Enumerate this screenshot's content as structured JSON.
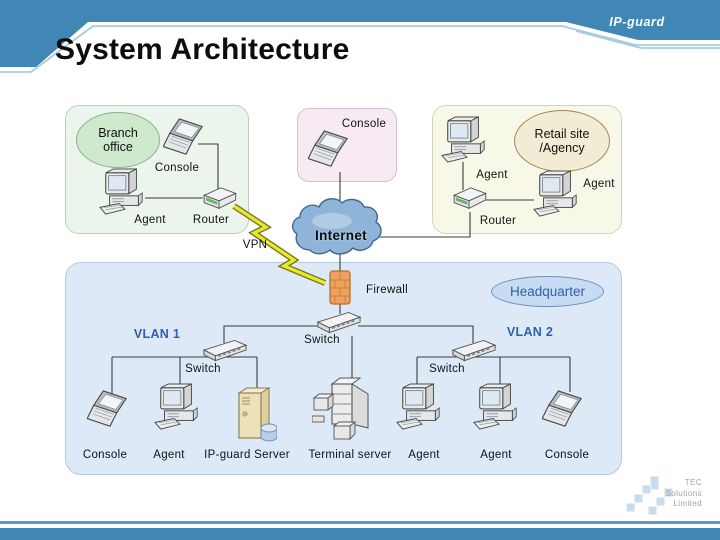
{
  "header": {
    "title": "System Architecture",
    "brand": "IP-guard"
  },
  "diagram": {
    "branch_office": {
      "name": "Branch office",
      "console": "Console",
      "agent": "Agent",
      "router": "Router"
    },
    "remote_console": {
      "label": "Console"
    },
    "retail_site": {
      "name_line1": "Retail site",
      "name_line2": "/Agency",
      "agent_top": "Agent",
      "agent_right": "Agent",
      "router": "Router"
    },
    "internet": "Internet",
    "vpn": "VPN",
    "headquarter": {
      "name": "Headquarter",
      "firewall": "Firewall",
      "core_switch": "Switch",
      "vlan1_label": "VLAN 1",
      "vlan2_label": "VLAN 2",
      "vlan1_switch": "Switch",
      "vlan2_switch": "Switch",
      "devices": [
        "Console",
        "Agent",
        "IP-guard Server",
        "Terminal server",
        "Agent",
        "Agent",
        "Console"
      ]
    }
  },
  "logo": {
    "line1": "TEC",
    "line2": "Solutions",
    "line3": "Limited"
  },
  "colors": {
    "band_blue": "#4187b5",
    "branch_fill": "#ebf5eb",
    "console_fill": "#f7eaf2",
    "retail_fill": "#f8f8e9",
    "headquarter_fill": "#dde9f6",
    "vlan_text": "#2e62a8",
    "firewall_orange": "#efa25f",
    "vpn_yellow": "#e8e832"
  }
}
